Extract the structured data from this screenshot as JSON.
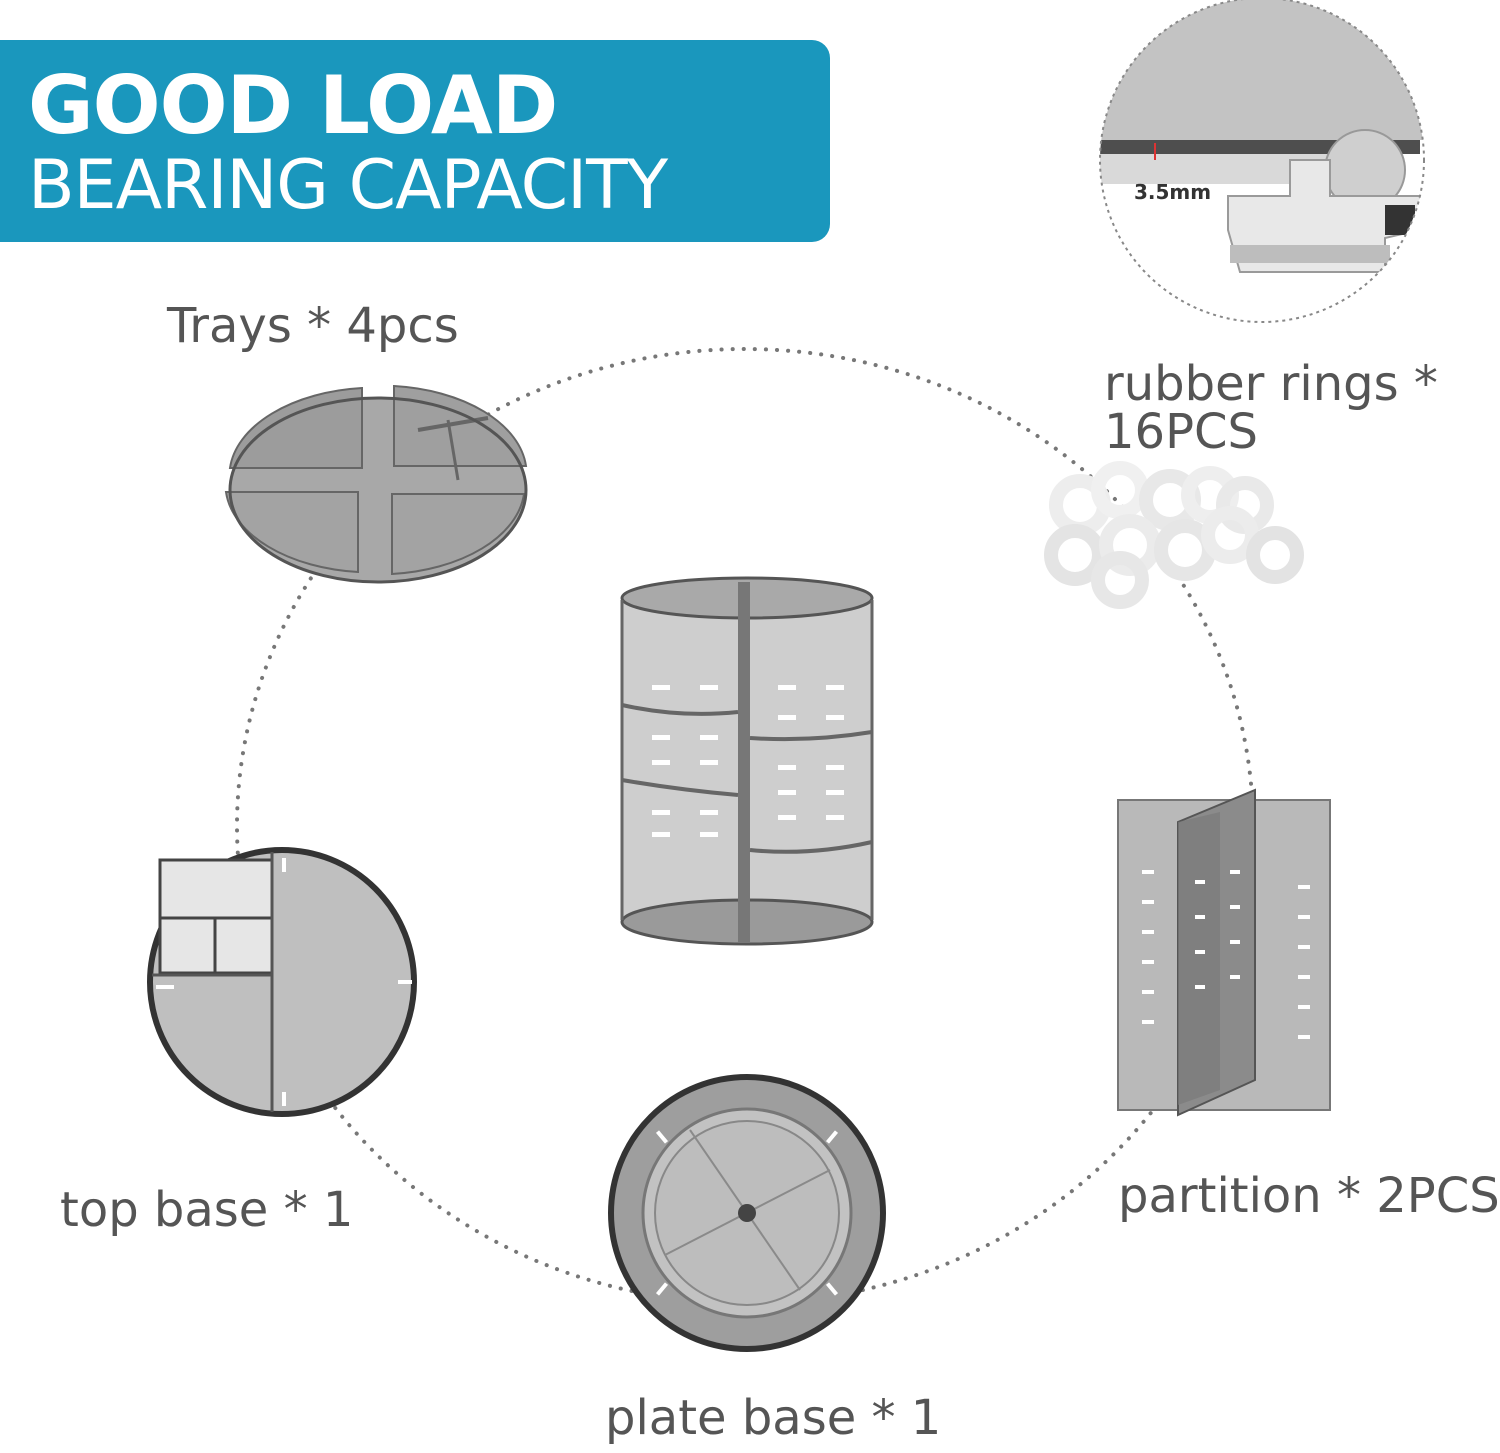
{
  "banner": {
    "title": "GOOD LOAD",
    "subtitle": "BEARING CAPACITY",
    "color": "#1a97bd"
  },
  "detail_callout": {
    "measurement": "3.5mm"
  },
  "parts": [
    {
      "label": "Trays * 4pcs"
    },
    {
      "label": "rubber rings * 16PCS",
      "line1": "rubber rings *",
      "line2": "16PCS"
    },
    {
      "label": "top base * 1"
    },
    {
      "label": "partition * 2PCS"
    },
    {
      "label": "plate base * 1"
    }
  ]
}
